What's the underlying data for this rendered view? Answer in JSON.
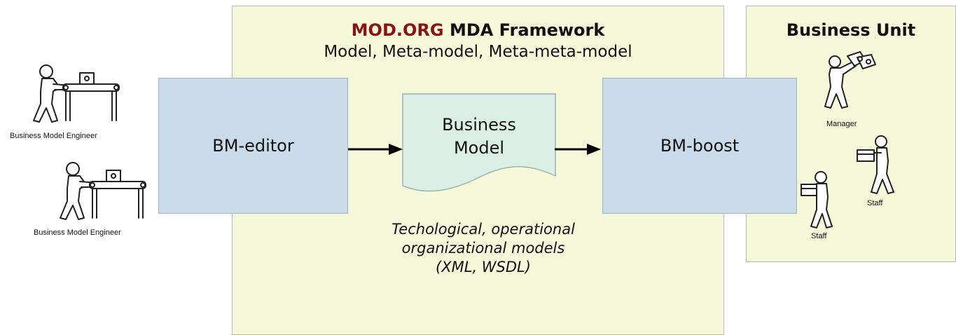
{
  "framework": {
    "title_org": "MOD.ORG",
    "title_rest": "MDA Framework",
    "subtitle": "Model, Meta-model, Meta-meta-model",
    "caption_line1": "Techological, operational",
    "caption_line2": "organizational models",
    "caption_line3": "(XML, WSDL)"
  },
  "nodes": {
    "editor": "BM-editor",
    "model_line1": "Business",
    "model_line2": "Model",
    "boost": "BM-boost"
  },
  "business_unit": {
    "title": "Business Unit",
    "manager_label": "Manager",
    "staff1_label": "Staff",
    "staff2_label": "Staff"
  },
  "actors": {
    "engineer1_label": "Business Model Engineer",
    "engineer2_label": "Business Model Engineer"
  },
  "colors": {
    "panel_fill": "#f5f8d9",
    "box_fill": "#c9dbe8",
    "document_fill": "#dcefe6",
    "org_red": "#8a1414"
  }
}
